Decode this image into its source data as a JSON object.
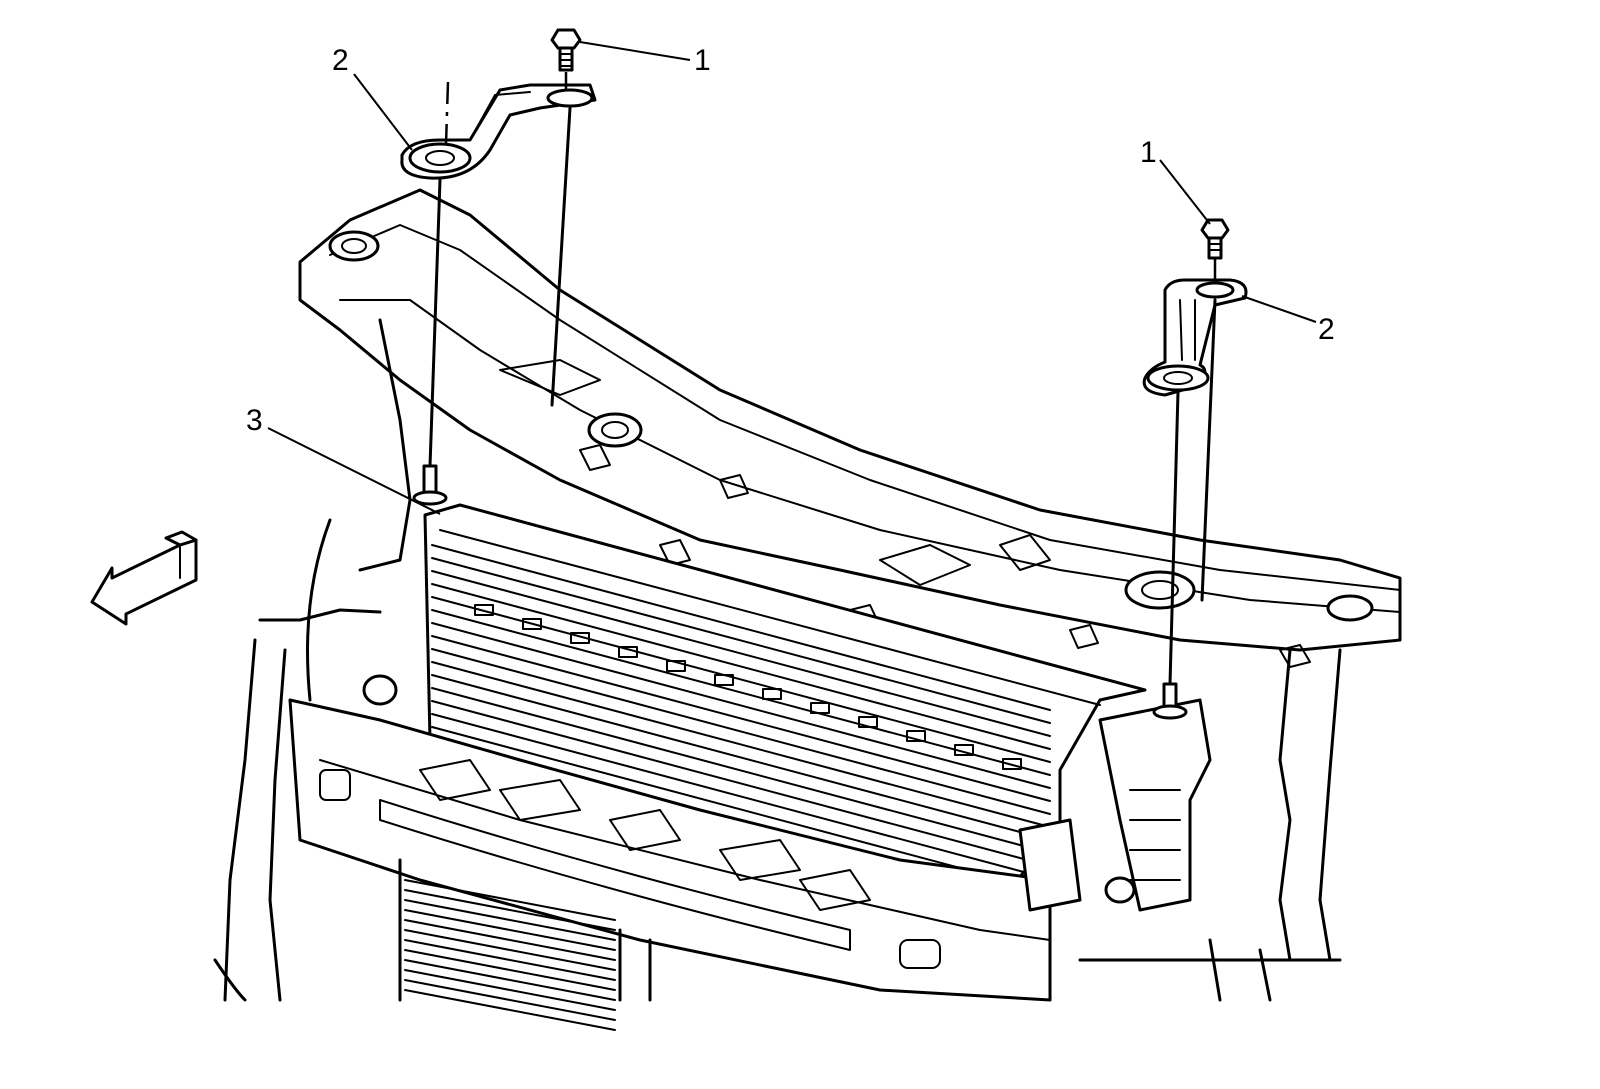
{
  "callouts": [
    {
      "id": "bolt-left",
      "label": "1"
    },
    {
      "id": "bracket-left",
      "label": "2"
    },
    {
      "id": "bolt-right",
      "label": "1"
    },
    {
      "id": "bracket-right",
      "label": "2"
    },
    {
      "id": "radiator-support",
      "label": "3"
    }
  ],
  "icons": {
    "direction_arrow": "front-direction-arrow-icon"
  }
}
